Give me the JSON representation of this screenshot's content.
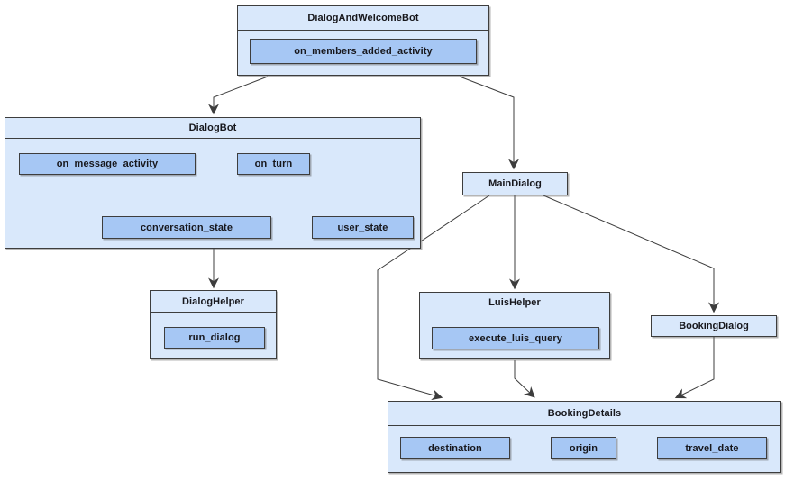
{
  "colors": {
    "container_fill": "#d9e8fb",
    "method_fill": "#a6c7f4",
    "border": "#3d3d3d",
    "arrow": "#3d3d3d",
    "text": "#17171c",
    "background": "#ffffff"
  },
  "nodes": {
    "dialog_and_welcome_bot": {
      "title": "DialogAndWelcomeBot",
      "methods": [
        {
          "label": "on_members_added_activity"
        }
      ]
    },
    "dialog_bot": {
      "title": "DialogBot",
      "methods": [
        {
          "label": "on_message_activity"
        },
        {
          "label": "on_turn"
        },
        {
          "label": "conversation_state"
        },
        {
          "label": "user_state"
        }
      ]
    },
    "dialog_helper": {
      "title": "DialogHelper",
      "methods": [
        {
          "label": "run_dialog"
        }
      ]
    },
    "main_dialog": {
      "title": "MainDialog",
      "methods": []
    },
    "luis_helper": {
      "title": "LuisHelper",
      "methods": [
        {
          "label": "execute_luis_query"
        }
      ]
    },
    "booking_dialog": {
      "title": "BookingDialog",
      "methods": []
    },
    "booking_details": {
      "title": "BookingDetails",
      "methods": [
        {
          "label": "destination"
        },
        {
          "label": "origin"
        },
        {
          "label": "travel_date"
        }
      ]
    }
  },
  "edges": [
    {
      "from": "DialogAndWelcomeBot",
      "to": "DialogBot"
    },
    {
      "from": "DialogAndWelcomeBot",
      "to": "MainDialog"
    },
    {
      "from": "on_turn",
      "to": "conversation_state"
    },
    {
      "from": "on_turn",
      "to": "user_state"
    },
    {
      "from": "DialogBot",
      "to": "DialogHelper"
    },
    {
      "from": "MainDialog",
      "to": "LuisHelper"
    },
    {
      "from": "MainDialog",
      "to": "BookingDialog"
    },
    {
      "from": "MainDialog",
      "to": "BookingDetails"
    },
    {
      "from": "LuisHelper",
      "to": "BookingDetails"
    },
    {
      "from": "BookingDialog",
      "to": "BookingDetails"
    }
  ]
}
